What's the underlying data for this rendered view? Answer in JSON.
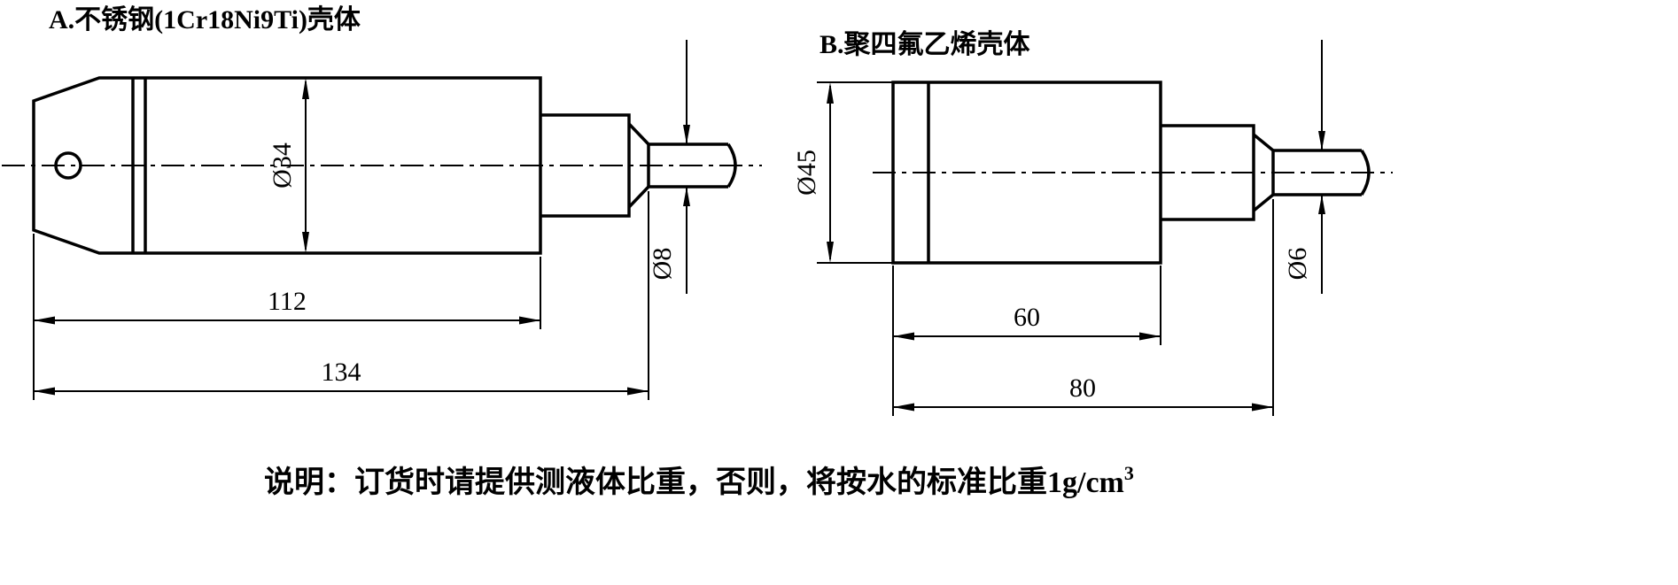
{
  "colors": {
    "line": "#000000",
    "background": "#ffffff"
  },
  "drawing_a": {
    "title": "A.不锈钢(1Cr18Ni9Ti)壳体",
    "dims": {
      "body_diameter": "Ø34",
      "cable_diameter": "Ø8",
      "body_length": "112",
      "total_length": "134"
    }
  },
  "drawing_b": {
    "title": "B.聚四氟乙烯壳体",
    "dims": {
      "body_diameter": "Ø45",
      "cable_diameter": "Ø6",
      "body_length": "60",
      "total_length": "80"
    }
  },
  "note": {
    "text": "说明：订货时请提供测液体比重，否则，将按水的标准比重1g/cm",
    "superscript": "3"
  }
}
